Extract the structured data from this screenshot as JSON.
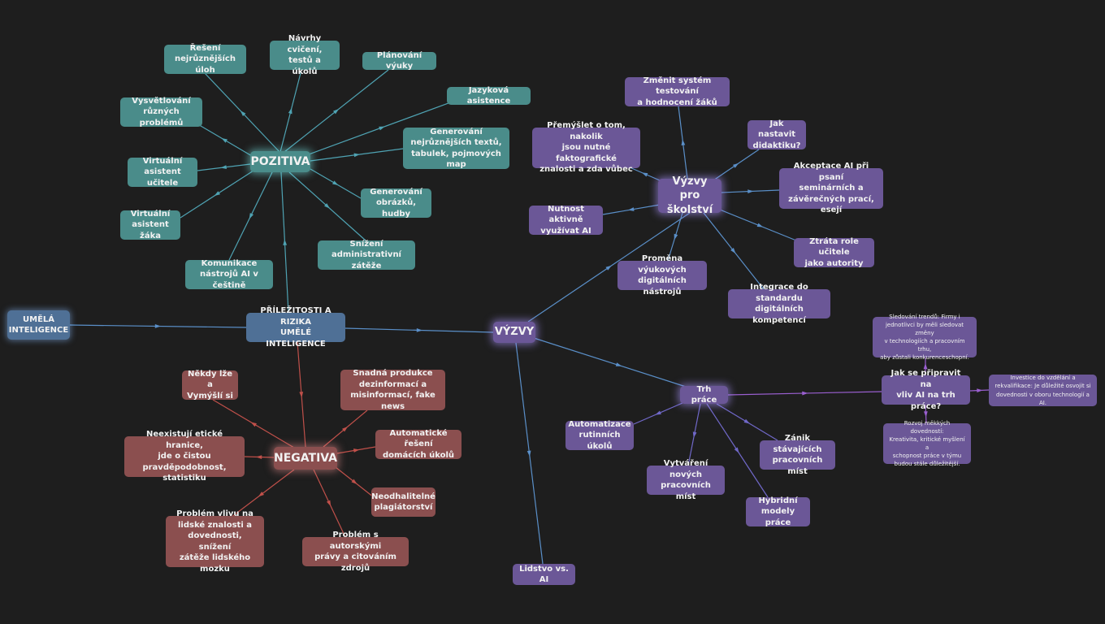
{
  "colors": {
    "background": "#1e1e1e",
    "teal_node": "#4a8c8a",
    "teal_edge": "#4fa3b3",
    "purple_node": "#6b5797",
    "purple_edge": "#5a8fc8",
    "violet_edge": "#9a5fd0",
    "red_node": "#8b4f4f",
    "red_edge": "#c0504a",
    "blue_node": "#4f7096"
  },
  "nodes": {
    "umela": "UMĚLÁ\nINTELIGENCE",
    "root": "PŘÍLEŽITOSTI A RIZIKA\nUMĚLÉ INTELIGENCE",
    "pozitiva": "POZITIVA",
    "negativa": "NEGATIVA",
    "vyzvy": "VÝZVY",
    "vyzvy_skolstvi": "Výzvy pro\nškolství",
    "trh_prace": "Trh práce",
    "jak_pripravit": "Jak se připravit na\nvliv AI na trh práce?",
    "lidstvo": "Lidstvo vs. AI",
    "p_reseni": "Řešení\nnejrůznějších úloh",
    "p_navrhy": "Návrhy cvičení,\ntestů a úkolů",
    "p_planovani": "Plánování výuky",
    "p_jazykova": "Jazyková asistence",
    "p_generovani_textu": "Generování\nnejrůznějších textů,\ntabulek, pojmových map",
    "p_vysvetlovani": "Vysvětlování\nrůzných problémů",
    "p_virt_ucitel": "Virtuální\nasistent učitele",
    "p_virt_zak": "Virtuální\nasistent žáka",
    "p_generovani_obrazku": "Generování\nobrázků, hudby",
    "p_komunikace": "Komunikace\nnástrojů AI v češtině",
    "p_snizeni": "Snížení\nadministrativní zátěže",
    "n_lze": "Někdy lže a\nVymýšlí si",
    "n_snadna": "Snadná produkce\ndezinformací a\nmisinformací, fake news",
    "n_automaticke": "Automatické řešení\ndomácích úkolů",
    "n_eticke": "Neexistují etické hranice,\njde o čistou\npravděpodobnost, statistiku",
    "n_plagiatorstvi": "Neodhalitelné\nplagiátorství",
    "n_problem_vlivu": "Problém vlivu na\nlidské znalosti a\ndovednosti, snížení\nzátěže lidského mozku",
    "n_autorske": "Problém s autorskými\nprávy a citováním zdrojů",
    "s_zmenit": "Změnit systém testování\na hodnocení žáků",
    "s_premyslet": "Přemýšlet o tom, nakolik\njsou nutné faktografické\nznalosti a zda vůbec",
    "s_didaktika": "Jak nastavit\ndidaktiku?",
    "s_akceptace": "Akceptace AI při psaní\nseminárních a\nzávěrečných prací, esejí",
    "s_nutnost": "Nutnost aktivně\nvyužívat AI",
    "s_ztrata": "Ztráta role učitele\njako autority",
    "s_promena": "Proměna výukových\ndigitálních nástrojů",
    "s_integrace": "Integrace do standardu\ndigitálních kompetencí",
    "t_automatizace": "Automatizace\nrutinních úkolů",
    "t_zanik": "Zánik stávajících\npracovních míst",
    "t_vytvareni": "Vytváření nových\npracovních míst",
    "t_hybridni": "Hybridní\nmodely práce",
    "j_sledovani": "Sledování trendů: Firmy i\njednotlivci by měli sledovat změny\nv technologiích a pracovním trhu,\naby zůstali konkurenceschopní.",
    "j_investice": "Investice do vzdělání a\nrekvalifikace: Je důležité osvojit si\ndovednosti v oboru technologií a AI.",
    "j_rozvoj": "Rozvoj měkkých dovedností:\nKreativita, kritické myšlení a\nschopnost práce v týmu\nbudou stále důležitější."
  }
}
